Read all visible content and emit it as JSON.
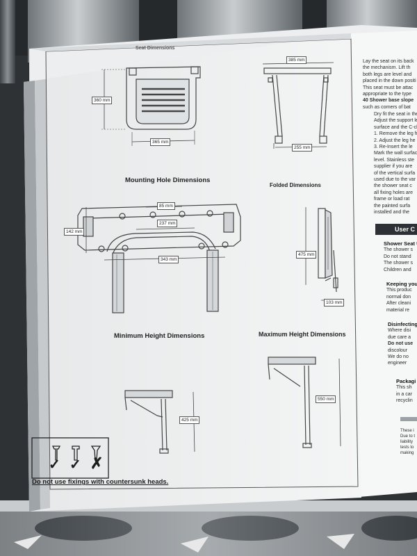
{
  "document": {
    "headings": {
      "seat_dimensions": "Seat Dimensions",
      "mounting_hole": "Mounting Hole Dimensions",
      "folded": "Folded Dimensions",
      "minimum_height": "Minimum Height Dimensions",
      "maximum_height": "Maximum Height Dimensions"
    },
    "dimensions": {
      "seat_depth": "360 mm",
      "seat_width": "365 mm",
      "top_width": "385 mm",
      "leg_spread": "255 mm",
      "hole_spacing_top": "85 mm",
      "hole_spacing_mid": "237 mm",
      "hole_spacing_bottom": "343 mm",
      "bracket_height": "142 mm",
      "folded_height": "475 mm",
      "folded_depth": "103 mm",
      "min_height": "425 mm",
      "max_height": "550 mm"
    },
    "fixings_note": "Do not use fixings with countersunk heads.",
    "fixing_marks": [
      "✓",
      "✓",
      "✗"
    ]
  },
  "side_panel": {
    "intro_lines": [
      "Lay the seat on its back",
      "the mechanism. Lift th",
      "both legs are level and",
      "placed in the down positi",
      "This seat must be attac",
      "appropriate to the type",
      "40 Shower base slope",
      "such as corners of bat"
    ],
    "steps_lines": [
      "Dry fit the seat in the",
      "Adjust the support le",
      "surface and the C-ch",
      "1. Remove the leg fr",
      "2. Adjust the leg he",
      "3. Re-Insert the le",
      "Mark the wall surfac",
      "level. Stainless ste",
      "supplier if you are",
      "of the vertical surfa",
      "used due to the var",
      "the shower seat c",
      "all fixing holes are",
      "frame or load rat",
      "the painted surfa",
      "installed and the"
    ],
    "section_bar": "User C",
    "groups": [
      {
        "title": "Shower Seat U",
        "lines": [
          "The shower s",
          "Do not stand",
          "The shower s",
          "Children and"
        ]
      },
      {
        "title": "Keeping you",
        "lines": [
          "This produc",
          "normal don",
          "After cleani",
          "material re"
        ]
      },
      {
        "title": "Disinfecting",
        "lines": [
          "Where disi",
          "due care a",
          "Do not use",
          "discolour",
          "We do no",
          "engineer"
        ]
      },
      {
        "title": "Packagi",
        "lines": [
          "This sh",
          "in a car",
          "recyclin"
        ]
      }
    ],
    "footer_lines": [
      "These i",
      "Due to t",
      "liability",
      "tests to",
      "making"
    ]
  }
}
